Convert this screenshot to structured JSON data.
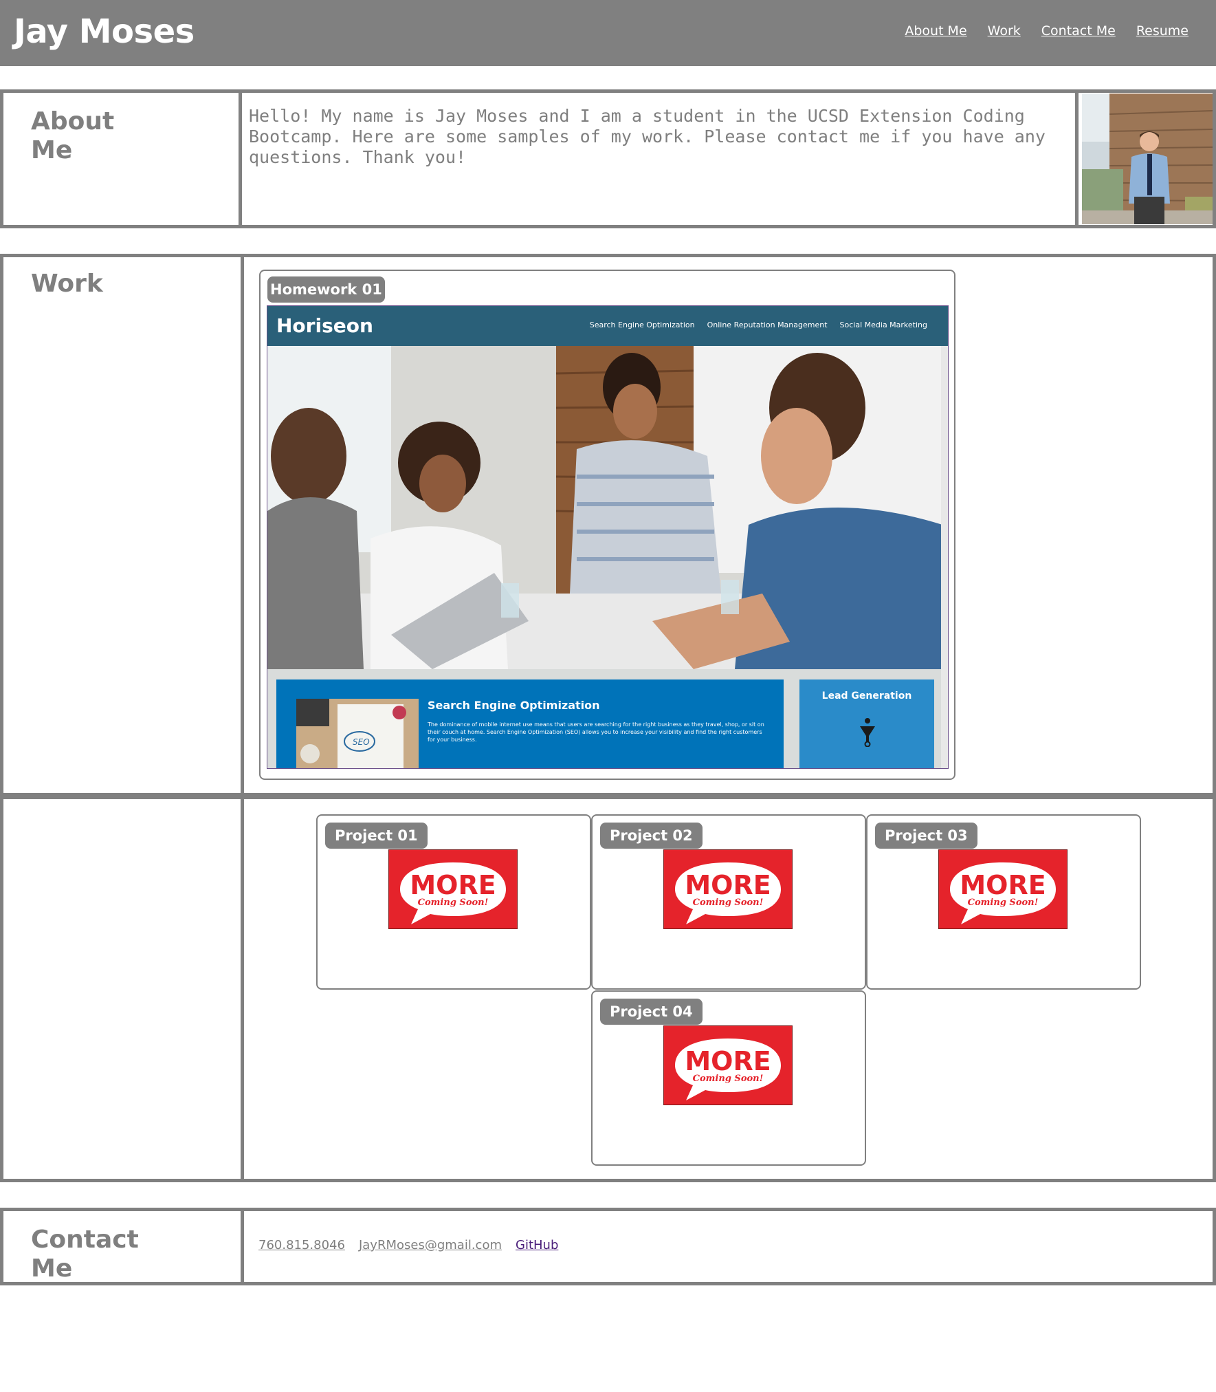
{
  "header": {
    "title": "Jay Moses",
    "nav": [
      "About Me",
      "Work",
      "Contact Me",
      "Resume"
    ]
  },
  "about": {
    "label_line1": "About",
    "label_line2": "Me",
    "text": "Hello! My name is Jay Moses and I am a student in the UCSD Extension Coding Bootcamp. Here are some samples of my work. Please contact me if you have any questions. Thank you!"
  },
  "work": {
    "label": "Work",
    "featured": {
      "tab": "Homework 01",
      "screenshot": {
        "logo": "Horiseon",
        "links": [
          "Search Engine Optimization",
          "Online Reputation Management",
          "Social Media Marketing"
        ],
        "card_title": "Search Engine Optimization",
        "card_text": "The dominance of mobile internet use means that users are searching for the right business as they travel, shop, or sit on their couch at home. Search Engine Optimization (SEO) allows you to increase your visibility and find the right customers for your business.",
        "thumb_label": "SEO",
        "side_title": "Lead Generation"
      }
    },
    "projects": [
      {
        "tab": "Project 01",
        "badge": "MORE",
        "badge_sub": "Coming Soon!"
      },
      {
        "tab": "Project 02",
        "badge": "MORE",
        "badge_sub": "Coming Soon!"
      },
      {
        "tab": "Project 03",
        "badge": "MORE",
        "badge_sub": "Coming Soon!"
      },
      {
        "tab": "Project 04",
        "badge": "MORE",
        "badge_sub": "Coming Soon!"
      }
    ]
  },
  "contact": {
    "label_line1": "Contact",
    "label_line2": "Me",
    "phone": "760.815.8046",
    "email": "JayRMoses@gmail.com",
    "github": "GitHub"
  },
  "colors": {
    "header_bg": "#808080",
    "border": "#808080",
    "text": "#7f7f7f",
    "more_red": "#e5232b",
    "horiseon_nav": "#2a6079",
    "horiseon_blue": "#0073b9"
  }
}
